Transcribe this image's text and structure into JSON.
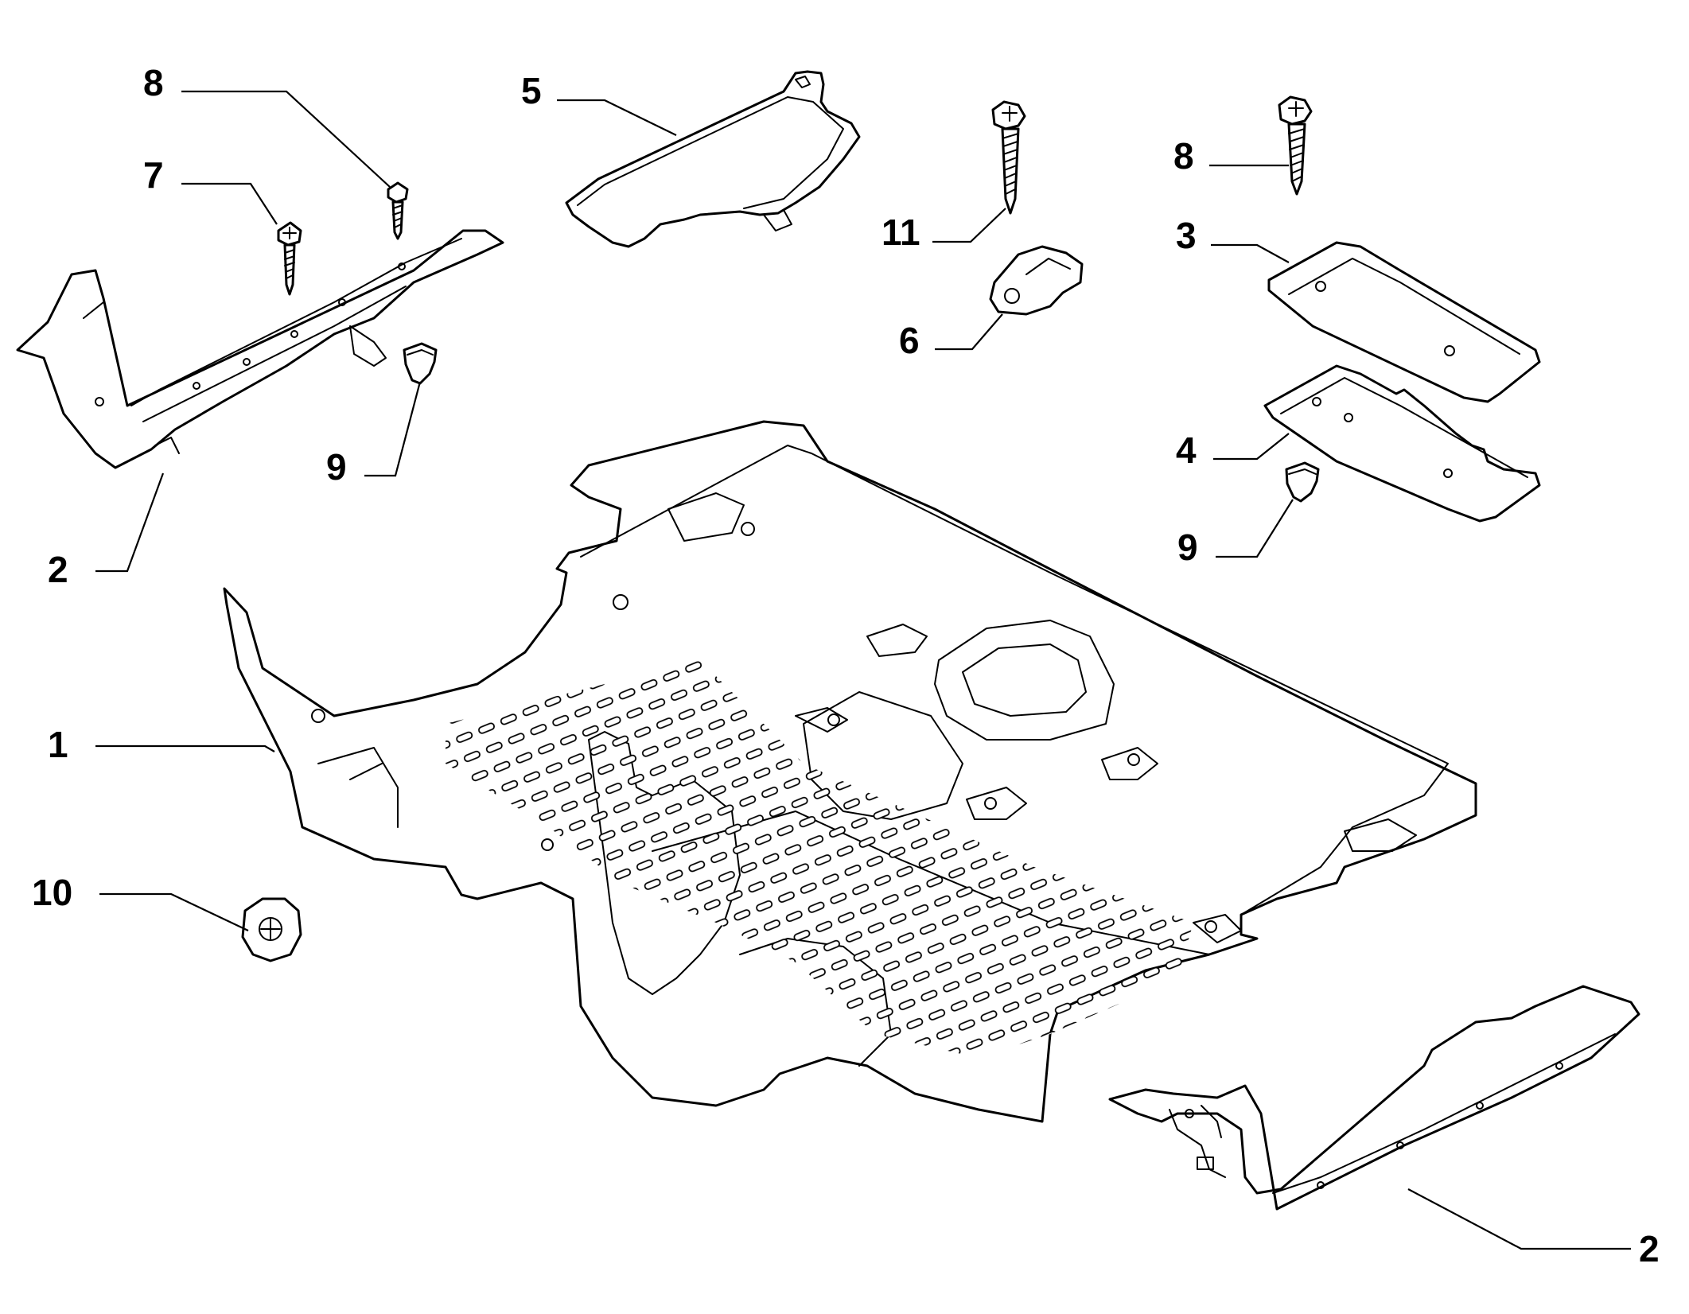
{
  "diagram": {
    "callouts": [
      {
        "id": "c1",
        "label": "1"
      },
      {
        "id": "c2a",
        "label": "2"
      },
      {
        "id": "c2b",
        "label": "2"
      },
      {
        "id": "c3",
        "label": "3"
      },
      {
        "id": "c4",
        "label": "4"
      },
      {
        "id": "c5",
        "label": "5"
      },
      {
        "id": "c6",
        "label": "6"
      },
      {
        "id": "c7",
        "label": "7"
      },
      {
        "id": "c8a",
        "label": "8"
      },
      {
        "id": "c8b",
        "label": "8"
      },
      {
        "id": "c9a",
        "label": "9"
      },
      {
        "id": "c9b",
        "label": "9"
      },
      {
        "id": "c10",
        "label": "10"
      },
      {
        "id": "c11",
        "label": "11"
      }
    ],
    "colors": {
      "line": "#000000",
      "background": "#ffffff"
    }
  }
}
